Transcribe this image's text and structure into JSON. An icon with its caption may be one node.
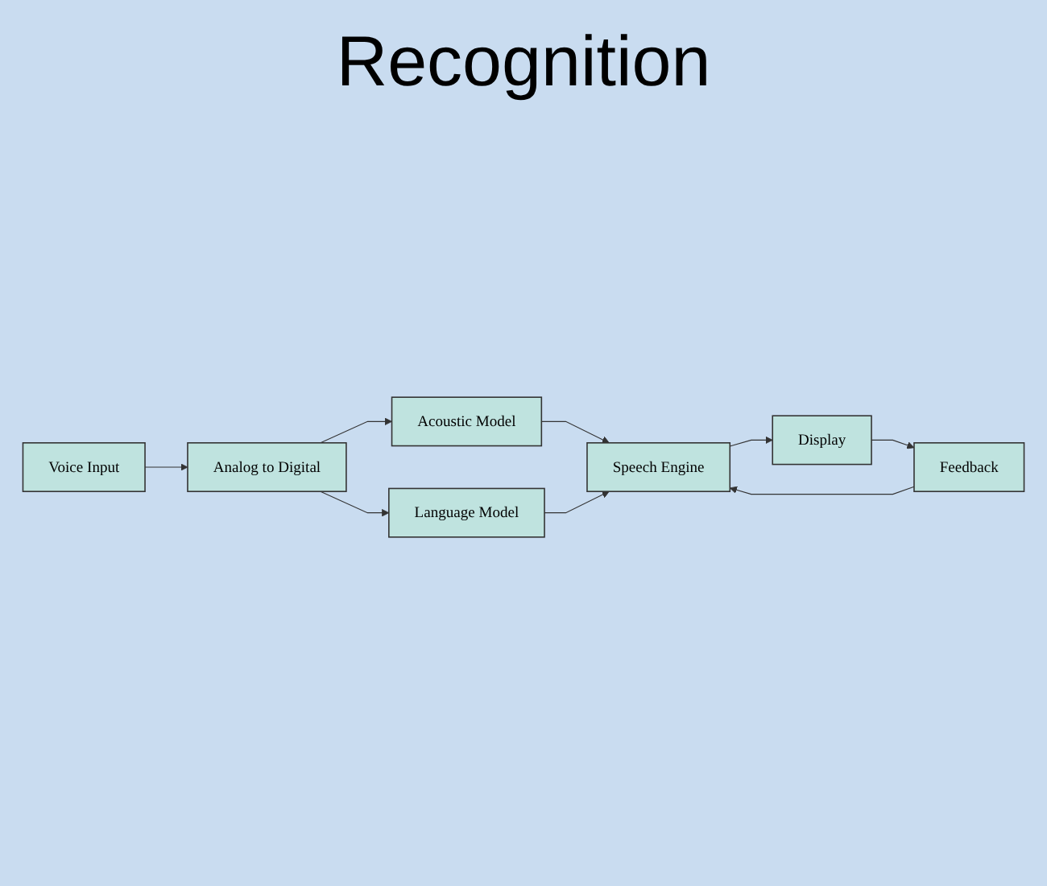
{
  "diagram": {
    "title": "Recognition",
    "nodes": [
      {
        "text": [
          "Voice Input"
        ]
      },
      {
        "text": [
          "Analog to Digital"
        ]
      },
      {
        "text": [
          "Acoustic Model"
        ]
      },
      {
        "text": [
          "Language Model"
        ]
      },
      {
        "text": [
          "Speech Engine"
        ]
      },
      {
        "text": [
          "Display"
        ]
      },
      {
        "text": [
          "Feedback"
        ]
      }
    ],
    "edges": [
      {
        "from": 0,
        "to": 1,
        "arrow": "to"
      },
      {
        "from": 1,
        "to": 2,
        "arrow": "to"
      },
      {
        "from": 1,
        "to": 3,
        "arrow": "to"
      },
      {
        "from": 2,
        "to": 4,
        "arrow": "to"
      },
      {
        "from": 3,
        "to": 4,
        "arrow": "to"
      },
      {
        "from": 4,
        "to": 5,
        "arrow": "to"
      },
      {
        "from": 5,
        "to": 6,
        "arrow": "to"
      },
      {
        "from": 6,
        "to": 4,
        "arrow": "to"
      }
    ]
  }
}
